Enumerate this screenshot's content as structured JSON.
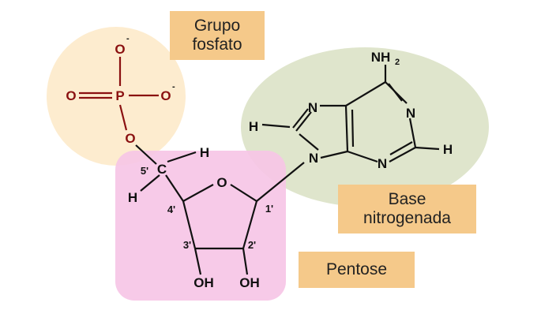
{
  "labels": {
    "fosfato_line1": "Grupo",
    "fosfato_line2": "fosfato",
    "base_line1": "Base",
    "base_line2": "nitrogenada",
    "pentose": "Pentose"
  },
  "atoms": {
    "o_minus_top": "O",
    "o_double": "O",
    "phosphorus": "P",
    "o_minus_right": "O",
    "o_ester": "O",
    "minus_sign": "-",
    "carbon5": "C",
    "h_c5_upper": "H",
    "h_c5_lower": "H",
    "ring_oxygen": "O",
    "oh_3": "OH",
    "oh_2": "OH",
    "n9": "N",
    "n7": "N",
    "n1": "N",
    "n3": "N",
    "h8": "H",
    "h2": "H",
    "nh2": "NH",
    "nh2_sub": "2"
  },
  "positions": {
    "c5": "5'",
    "c4": "4'",
    "c3": "3'",
    "c2": "2'",
    "c1": "1'"
  },
  "colors": {
    "phosphate_region": "#fdeccf",
    "base_region": "#dfe5cc",
    "pentose_region": "#f6c6e6",
    "label_box": "#f5c98a",
    "phosphate_atoms": "#8a1010",
    "bond": "#111111"
  }
}
